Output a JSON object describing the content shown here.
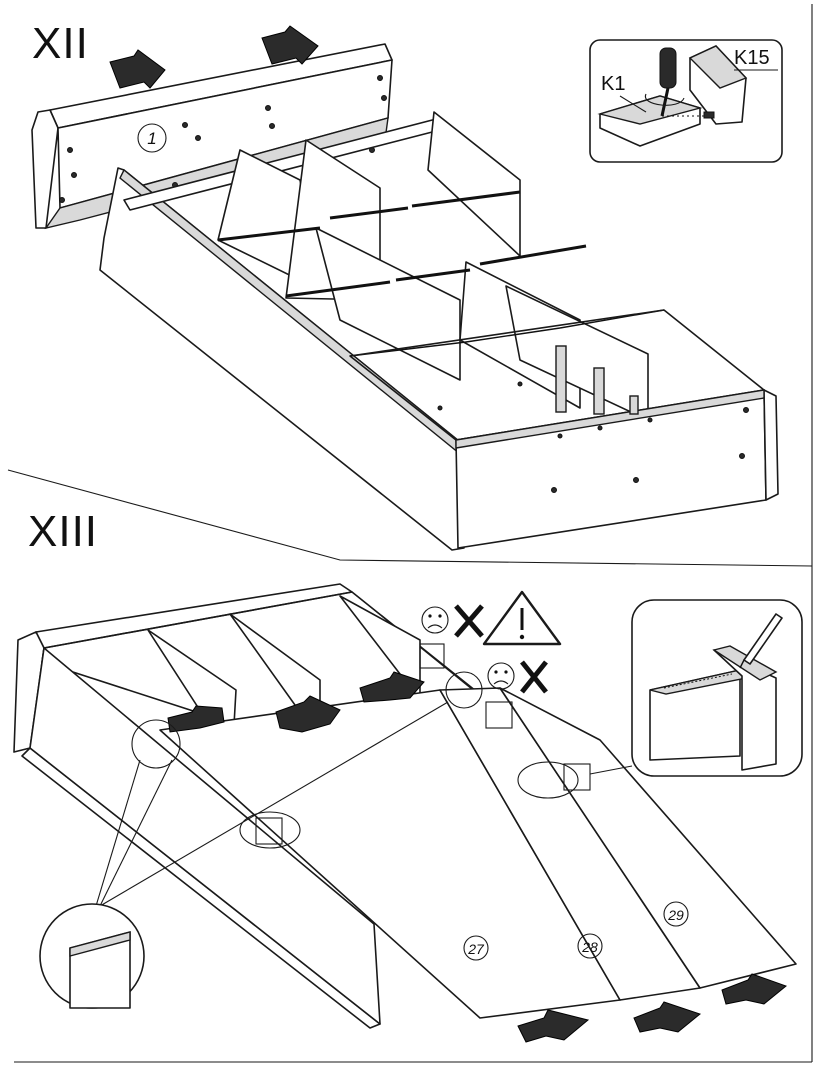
{
  "steps": {
    "upper": {
      "number": "XII"
    },
    "lower": {
      "number": "XIII"
    }
  },
  "parts": {
    "panel_top": "1",
    "slat_a": "27",
    "slat_b": "28",
    "slat_c": "29"
  },
  "detail": {
    "fitting_left": "K1",
    "fitting_right": "K15"
  },
  "icons": [
    "sad-face-icon",
    "cross-icon",
    "warning-triangle-icon",
    "push-arrow-icon",
    "screwdriver-icon",
    "pencil-icon"
  ],
  "colors": {
    "line": "#1a1a1a",
    "arrow": "#2b2b2b",
    "background": "#ffffff",
    "shade": "#d9d9d9"
  }
}
